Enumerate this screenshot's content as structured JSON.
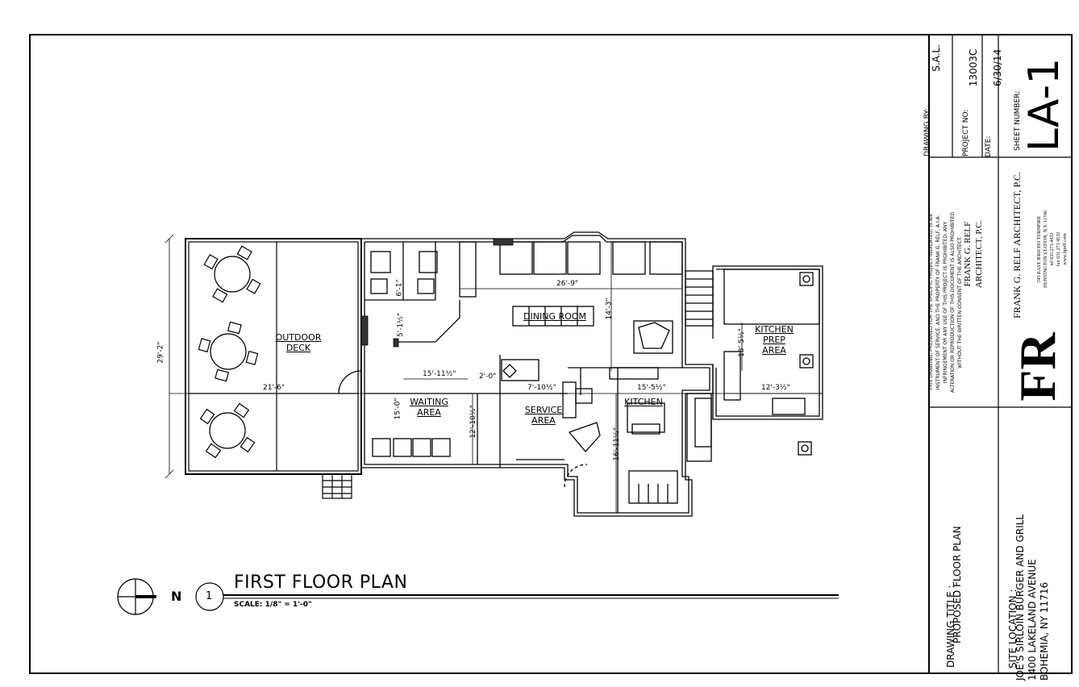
{
  "plan": {
    "rooms": {
      "outdoor_deck": [
        "OUTDOOR",
        "DECK"
      ],
      "dining_room": "DINING ROOM",
      "waiting_area": [
        "WAITING",
        "AREA"
      ],
      "service_area": [
        "SERVICE",
        "AREA"
      ],
      "kitchen": "KITCHEN",
      "kitchen_prep_area": [
        "KITCHEN",
        "PREP",
        "AREA"
      ]
    },
    "dimensions": {
      "overall_depth": "29'-2\"",
      "deck_width": "21'-6\"",
      "dining_width": "26'-9\"",
      "dining_depth": "14'-3\"",
      "restroom_1": "6'-1\"",
      "restroom_2": "5'-1½\"",
      "waiting_width": "15'-11½\"",
      "waiting_depth": "15'-0\"",
      "waiting_depth_2": "12'-10½\"",
      "counter": "2'-0\"",
      "service_width": "7'-10½\"",
      "kitchen_width": "15'-5½\"",
      "kitchen_depth": "16'-11½\"",
      "prep_depth": "18'-5½\"",
      "prep_width": "12'-3½\""
    },
    "title": "FIRST FLOOR PLAN",
    "scale": "SCALE: 1/8\" = 1'-0\"",
    "north": "N",
    "detail_number": "1"
  },
  "title_block": {
    "drawing_by_label": "DRAWING BY:",
    "drawing_by": "S.A.L.",
    "project_no_label": "PROJECT NO:",
    "project_no": "13003C",
    "date_label": "DATE:",
    "date": "6/30/14",
    "sheet_number_label": "SHEET NUMBER:",
    "sheet_number": "LA-1",
    "notice": [
      "THIS DRAWING, PREPARED FOR THE SPECIFIC PROJECT INDICATED, IS AN",
      "INSTRUMENT OF SERVICE, AND THE PROPERTY OF FRANK G. RELF, A.I.A.",
      "INFRINGEMENT OR ANY USE OF THIS PROJECT IS PROHIBITED. ANY",
      "ALTERATION OR REPRODUCTION OF THIS DOCUMENT IS ALSO PROHIBITED",
      "WITHOUT THE WRITTEN CONSENT OF THE ARCHITECT."
    ],
    "signature": [
      "FRANK G. RELF",
      "ARCHITECT, P.C."
    ],
    "firm_name": "FRANK G. RELF ARCHITECT, P.C.",
    "firm_lines": [
      "545 EAST JERICHO TURNPIKE",
      "HUNTINGTON STATION, N.Y. 11746",
      "tel 631.271.4432",
      "fax 631.271.4532",
      "www.fgrelf.com"
    ],
    "logo_letters": "FR",
    "drawing_title_label": "DRAWING TITLE :",
    "drawing_title": "PROPOSED FLOOR PLAN",
    "site_location_label": "SITE LOCATION :",
    "site_location": [
      "JOE'S SIRLOIN BURGER AND GRILL",
      "1400 LAKELAND AVENUE",
      "BOHEMIA, NY 11716"
    ]
  }
}
